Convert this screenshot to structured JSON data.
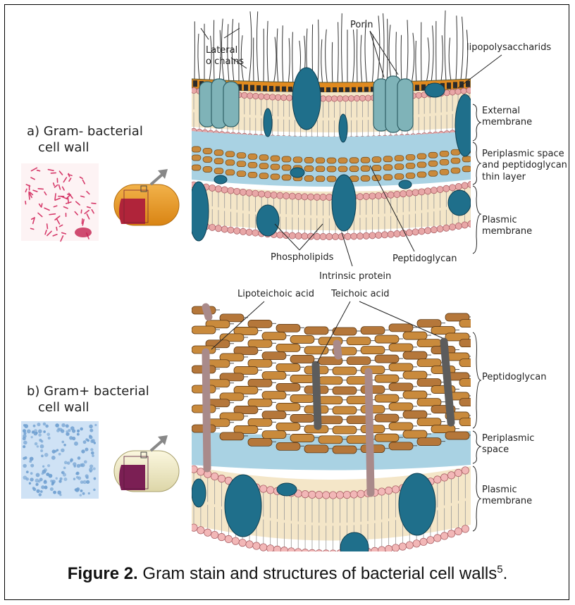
{
  "gram_neg": {
    "title_line1": "a) Gram- bacterial",
    "title_line2": "cell wall",
    "labels": {
      "lateral_line1": "Lateral",
      "lateral_line2": "o chains",
      "porin": "Porin",
      "lps": "lipopolysaccharids",
      "ext_line1": "External",
      "ext_line2": "membrane",
      "peri_line1": "Periplasmic space",
      "peri_line2": "and peptidoglycan",
      "peri_line3": "thin layer",
      "plas_line1": "Plasmic",
      "plas_line2": "membrane",
      "phospholipids": "Phospholipids",
      "intrinsic": "Intrinsic protein",
      "peptidoglycan": "Peptidoglycan"
    }
  },
  "gram_pos": {
    "title_line1": "b) Gram+ bacterial",
    "title_line2": "cell wall",
    "labels": {
      "lipoteichoic": "Lipoteichoic acid",
      "teichoic": "Teichoic acid",
      "peptidoglycan": "Peptidoglycan",
      "peri_line1": "Periplasmic",
      "peri_line2": "space",
      "plas_line1": "Plasmic",
      "plas_line2": "membrane"
    }
  },
  "caption": {
    "bold": "Figure 2.",
    "text": " Gram stain and structures of bacterial cell walls",
    "superscript": "5",
    "end": "."
  },
  "colors": {
    "protein_blue": "#1f6f8b",
    "porin_teal": "#7fb3b8",
    "periplasm": "#a9d2e3",
    "lipid_head": "#e8a7a7",
    "peptido_orange": "#c98a3c",
    "gram_neg_cell": "#e89b2a",
    "gram_pos_cell": "#f3eecd",
    "stain_pink": "#d63a6a",
    "stain_blue": "#6f9fd0"
  }
}
